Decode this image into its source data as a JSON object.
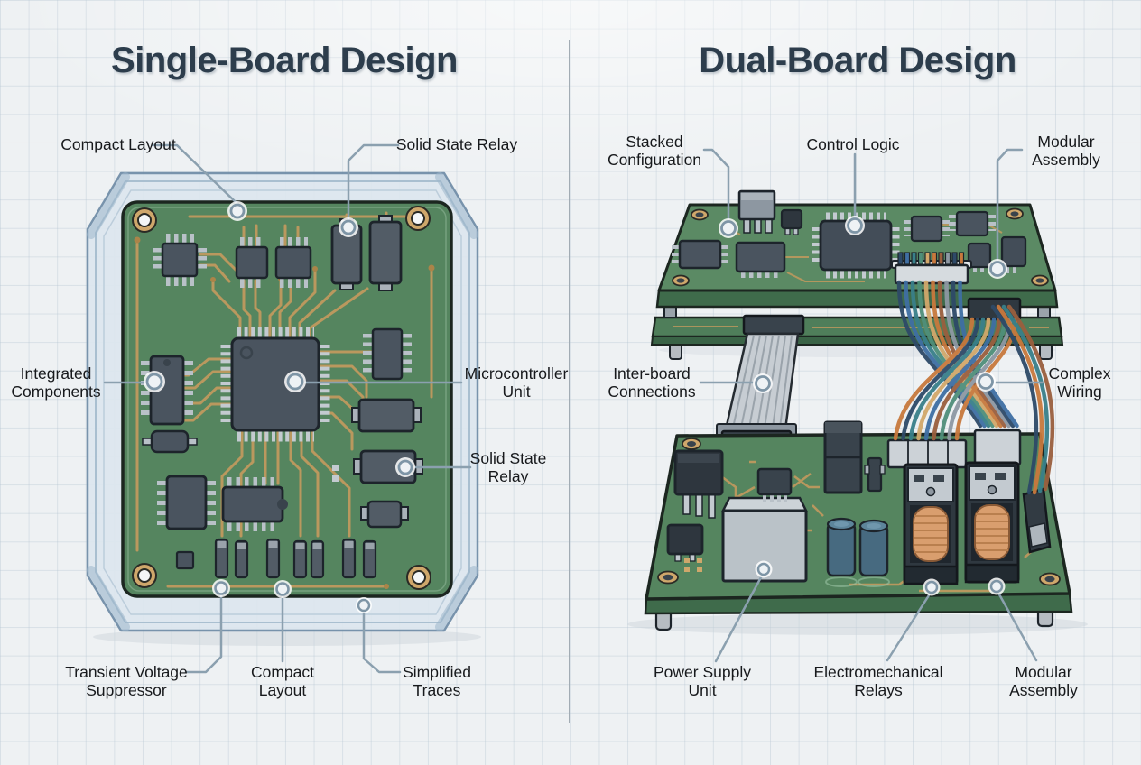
{
  "panels": {
    "single_board": {
      "title": "Single-Board Design",
      "callouts": {
        "compact_layout_top": "Compact Layout",
        "solid_state_relay_top": "Solid State Relay",
        "integrated_components": "Integrated Components",
        "microcontroller_unit": "Microcontroller Unit",
        "solid_state_relay_side": "Solid State Relay",
        "transient_voltage_suppressor": "Transient Voltage Suppressor",
        "compact_layout_bottom": "Compact Layout",
        "simplified_traces": "Simplified Traces"
      },
      "depicted_parts": [
        "translucent-enclosure",
        "pcb",
        "microcontroller-qfp",
        "solid-state-relays",
        "integrated-circuits",
        "suppressor-capacitor-row",
        "copper-traces",
        "mounting-holes"
      ]
    },
    "dual_board": {
      "title": "Dual-Board Design",
      "callouts": {
        "stacked_configuration": "Stacked Configuration",
        "control_logic": "Control Logic",
        "modular_assembly_top": "Modular Assembly",
        "inter_board_connections": "Inter-board Connections",
        "complex_wiring": "Complex Wiring",
        "power_supply_unit": "Power Supply Unit",
        "electromechanical_relays": "Electromechanical Relays",
        "modular_assembly_bottom": "Modular Assembly"
      },
      "depicted_parts": [
        "stacked-logic-boards",
        "standoffs",
        "ribbon-cable",
        "crossed-wire-harness",
        "power-board",
        "transformer-box",
        "electrolytic-capacitors",
        "coil-relays",
        "wire-connectors"
      ]
    }
  },
  "colors": {
    "background": "#eef1f3",
    "grid_line": "#b4c4d1",
    "title_text": "#2d3d4c",
    "label_text": "#17191c",
    "leader_line": "#8ba0af",
    "pcb_green": "#55855f",
    "pcb_edge_green": "#3f6b4b",
    "trace_copper": "#c39a5e",
    "chip_body": "#4a545f",
    "chip_pin": "#b9c1c8",
    "enclosure_blue": "#dde7ef",
    "enclosure_stroke": "#6f8ca6",
    "relay_coil_copper": "#d99e6e",
    "capacitor_blue": "#476a80",
    "ribbon_cable": "#c7cdd3",
    "wire_colors": [
      "#2e4a68",
      "#3f6fa3",
      "#39808a",
      "#4f8f7a",
      "#d2a86b",
      "#c8793d",
      "#9a5f3e",
      "#8e98a3"
    ]
  }
}
